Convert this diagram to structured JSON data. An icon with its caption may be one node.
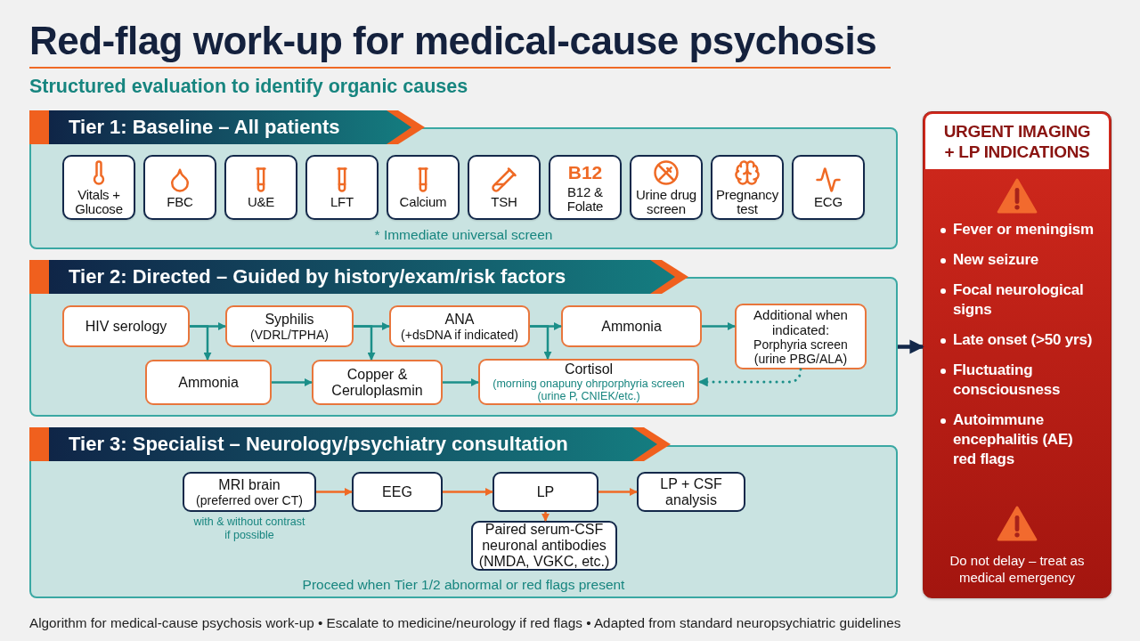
{
  "diagram": {
    "title": "Red-flag work-up for medical-cause psychosis",
    "caption": "Algorithm for medical-cause psychosis work-up • Escalate to medicine/neurology if red flags • Adapted from standard neuropsychiatric guidelines",
    "labels": [
      "Structured evaluation to identify organic causes"
    ],
    "nodes": [
      {
        "text": [
          "Tier 1: Baseline – All patients",
          "* Immediate universal screen"
        ]
      },
      {
        "text": [
          "Vitals + Glucose"
        ],
        "in": 0
      },
      {
        "text": [
          "FBC"
        ],
        "in": 0
      },
      {
        "text": [
          "U&E"
        ],
        "in": 0
      },
      {
        "text": [
          "LFT"
        ],
        "in": 0
      },
      {
        "text": [
          "Calcium"
        ],
        "in": 0
      },
      {
        "text": [
          "TSH"
        ],
        "in": 0
      },
      {
        "text": [
          "B12",
          "B12 & Folate"
        ],
        "in": 0
      },
      {
        "text": [
          "Urine drug screen"
        ],
        "in": 0
      },
      {
        "text": [
          "Pregnancy test"
        ],
        "in": 0
      },
      {
        "text": [
          "ECG"
        ],
        "in": 0
      },
      {
        "text": [
          "Tier 2: Directed – Guided by history/exam/risk factors"
        ]
      },
      {
        "text": [
          "HIV serology"
        ],
        "in": 11
      },
      {
        "text": [
          "Syphilis",
          "(VDRL/TPHA)"
        ],
        "in": 11
      },
      {
        "text": [
          "ANA",
          "(+dsDNA if indicated)"
        ],
        "in": 11
      },
      {
        "text": [
          "Ammonia"
        ],
        "in": 11
      },
      {
        "text": [
          "Additional when indicated:",
          "Porphyria screen (urine PBG/ALA)"
        ],
        "in": 11
      },
      {
        "text": [
          "Ammonia"
        ],
        "in": 11
      },
      {
        "text": [
          "Copper & Ceruloplasmin"
        ],
        "in": 11
      },
      {
        "text": [
          "Cortisol",
          "(morning onapuny ohrporphyria screen (urine P, CNIEK/etc.)"
        ],
        "in": 11
      },
      {
        "text": [
          "Tier 3: Specialist – Neurology/psychiatry consultation",
          "Proceed when Tier 1/2 abnormal or red flags present"
        ]
      },
      {
        "text": [
          "MRI brain",
          "(preferred over CT)"
        ],
        "in": 20,
        "beside": [
          "with & without contrast if possible"
        ]
      },
      {
        "text": [
          "EEG"
        ],
        "in": 20
      },
      {
        "text": [
          "LP"
        ],
        "in": 20
      },
      {
        "text": [
          "LP + CSF analysis"
        ],
        "in": 20
      },
      {
        "text": [
          "Paired serum-CSF neuronal antibodies (NMDA, VGKC, etc.)"
        ],
        "in": 20
      },
      {
        "text": [
          "URGENT IMAGING + LP INDICATIONS",
          "Fever or meningism",
          "New seizure",
          "Focal neurological signs",
          "Late onset (>50 yrs)",
          "Fluctuating consciousness",
          "Autoimmune encephalitis (AE) red flags",
          "Do not delay – treat as medical emergency"
        ]
      }
    ],
    "edges": [
      {
        "from": 12,
        "to": 13,
        "arrow": "to"
      },
      {
        "from": 12,
        "to": 17,
        "arrow": "to"
      },
      {
        "from": 13,
        "to": 14,
        "arrow": "to"
      },
      {
        "from": 13,
        "to": 18,
        "arrow": "to"
      },
      {
        "from": 14,
        "to": 15,
        "arrow": "to"
      },
      {
        "from": 14,
        "to": 19,
        "arrow": "to"
      },
      {
        "from": 15,
        "to": 16,
        "arrow": "to"
      },
      {
        "from": 17,
        "to": 18,
        "arrow": "to"
      },
      {
        "from": 18,
        "to": 19,
        "arrow": "to"
      },
      {
        "from": 16,
        "to": 19,
        "arrow": "to",
        "style": "dashed"
      },
      {
        "from": 11,
        "to": 26,
        "arrow": "to",
        "style": "thick",
        "color": "#13284a"
      },
      {
        "from": 21,
        "to": 22,
        "arrow": "to",
        "color": "#ef6a25"
      },
      {
        "from": 22,
        "to": 23,
        "arrow": "to",
        "color": "#ef6a25"
      },
      {
        "from": 23,
        "to": 24,
        "arrow": "to",
        "color": "#ef6a25"
      },
      {
        "from": 23,
        "to": 25,
        "arrow": "to",
        "color": "#ef6a25"
      }
    ]
  }
}
